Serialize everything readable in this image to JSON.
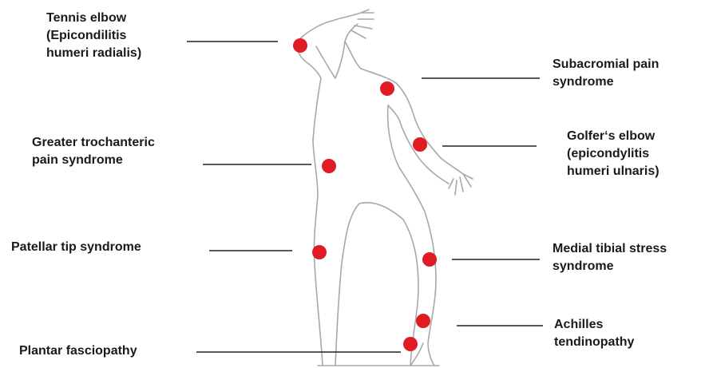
{
  "colors": {
    "marker": "#e01b24",
    "outline": "#a8a8a8",
    "leader": "#222222",
    "text": "#1a1a1a"
  },
  "conditions": [
    {
      "id": "tennis-elbow",
      "lines": [
        "Tennis elbow",
        "(Epicondilitis",
        "humeri radialis)"
      ]
    },
    {
      "id": "subacromial-pain-syndrome",
      "lines": [
        "Subacromial pain",
        "syndrome"
      ]
    },
    {
      "id": "greater-trochanteric-pain-syndrome",
      "lines": [
        "Greater trochanteric",
        "pain syndrome"
      ]
    },
    {
      "id": "golfers-elbow",
      "lines": [
        "Golfer‘s elbow",
        "(epicondylitis",
        "humeri ulnaris)"
      ]
    },
    {
      "id": "patellar-tip-syndrome",
      "lines": [
        "Patellar tip syndrome"
      ]
    },
    {
      "id": "medial-tibial-stress-syndrome",
      "lines": [
        "Medial tibial stress",
        "syndrome"
      ]
    },
    {
      "id": "achilles-tendinopathy",
      "lines": [
        "Achilles",
        "tendinopathy"
      ]
    },
    {
      "id": "plantar-fasciopathy",
      "lines": [
        "Plantar fasciopathy"
      ]
    }
  ]
}
